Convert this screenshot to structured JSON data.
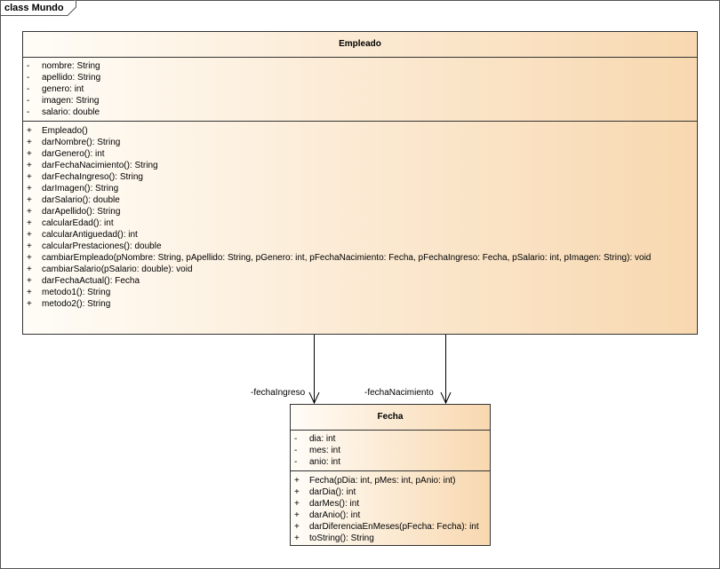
{
  "frame": {
    "title": "class Mundo"
  },
  "empleado": {
    "name": "Empleado",
    "attributes": [
      {
        "vis": "-",
        "sig": "nombre: String"
      },
      {
        "vis": "-",
        "sig": "apellido: String"
      },
      {
        "vis": "-",
        "sig": "genero: int"
      },
      {
        "vis": "-",
        "sig": "imagen: String"
      },
      {
        "vis": "-",
        "sig": "salario: double"
      }
    ],
    "methods": [
      {
        "vis": "+",
        "sig": "Empleado()"
      },
      {
        "vis": "+",
        "sig": "darNombre(): String"
      },
      {
        "vis": "+",
        "sig": "darGenero(): int"
      },
      {
        "vis": "+",
        "sig": "darFechaNacimiento(): String"
      },
      {
        "vis": "+",
        "sig": "darFechaIngreso(): String"
      },
      {
        "vis": "+",
        "sig": "darImagen(): String"
      },
      {
        "vis": "+",
        "sig": "darSalario(): double"
      },
      {
        "vis": "+",
        "sig": "darApellido(): String"
      },
      {
        "vis": "+",
        "sig": "calcularEdad(): int"
      },
      {
        "vis": "+",
        "sig": "calcularAntiguedad(): int"
      },
      {
        "vis": "+",
        "sig": "calcularPrestaciones(): double"
      },
      {
        "vis": "+",
        "sig": "cambiarEmpleado(pNombre: String, pApellido: String, pGenero: int, pFechaNacimiento: Fecha, pFechaIngreso: Fecha, pSalario: int, pImagen: String): void"
      },
      {
        "vis": "+",
        "sig": "cambiarSalario(pSalario: double): void"
      },
      {
        "vis": "+",
        "sig": "darFechaActual(): Fecha"
      },
      {
        "vis": "+",
        "sig": "metodo1(): String"
      },
      {
        "vis": "+",
        "sig": "metodo2(): String"
      }
    ]
  },
  "fecha": {
    "name": "Fecha",
    "attributes": [
      {
        "vis": "-",
        "sig": "dia: int"
      },
      {
        "vis": "-",
        "sig": "mes: int"
      },
      {
        "vis": "-",
        "sig": "anio: int"
      }
    ],
    "methods": [
      {
        "vis": "+",
        "sig": "Fecha(pDia: int, pMes: int, pAnio: int)"
      },
      {
        "vis": "+",
        "sig": "darDia(): int"
      },
      {
        "vis": "+",
        "sig": "darMes(): int"
      },
      {
        "vis": "+",
        "sig": "darAnio(): int"
      },
      {
        "vis": "+",
        "sig": "darDiferenciaEnMeses(pFecha: Fecha): int"
      },
      {
        "vis": "+",
        "sig": "toString(): String"
      }
    ]
  },
  "associations": [
    {
      "role": "-fechaIngreso"
    },
    {
      "role": "-fechaNacimiento"
    }
  ]
}
